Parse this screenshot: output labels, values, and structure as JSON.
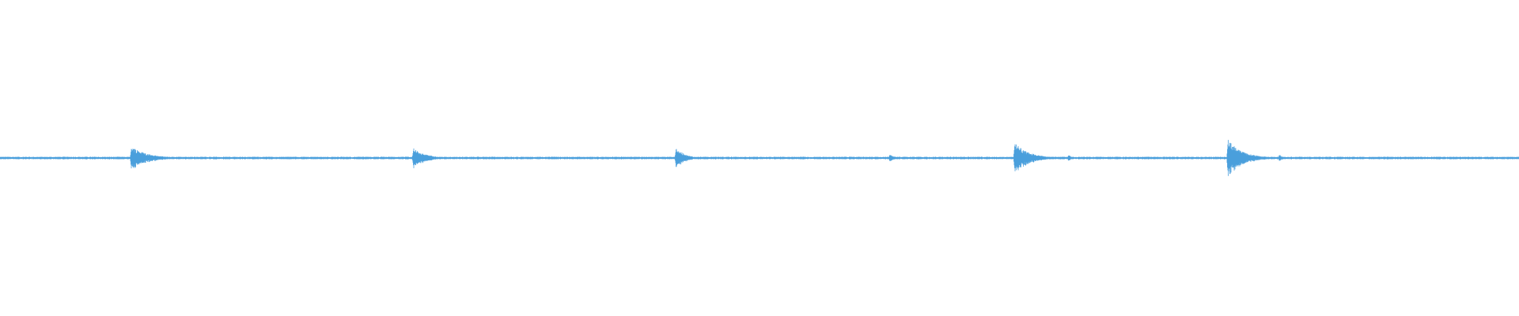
{
  "waveform": {
    "color": "#4a9fdc",
    "style": "audio-waveform",
    "transients": [
      {
        "time_fraction": 0.0867,
        "peak": 0.075,
        "decay": 0.1
      },
      {
        "time_fraction": 0.2724,
        "peak": 0.06,
        "decay": 0.08
      },
      {
        "time_fraction": 0.4453,
        "peak": 0.07,
        "decay": 0.05
      },
      {
        "time_fraction": 0.5859,
        "peak": 0.022,
        "decay": 0.03
      },
      {
        "time_fraction": 0.6682,
        "peak": 0.095,
        "decay": 0.09
      },
      {
        "time_fraction": 0.7036,
        "peak": 0.02,
        "decay": 0.02
      },
      {
        "time_fraction": 0.8086,
        "peak": 0.115,
        "decay": 0.09
      },
      {
        "time_fraction": 0.8424,
        "peak": 0.022,
        "decay": 0.02
      }
    ]
  }
}
